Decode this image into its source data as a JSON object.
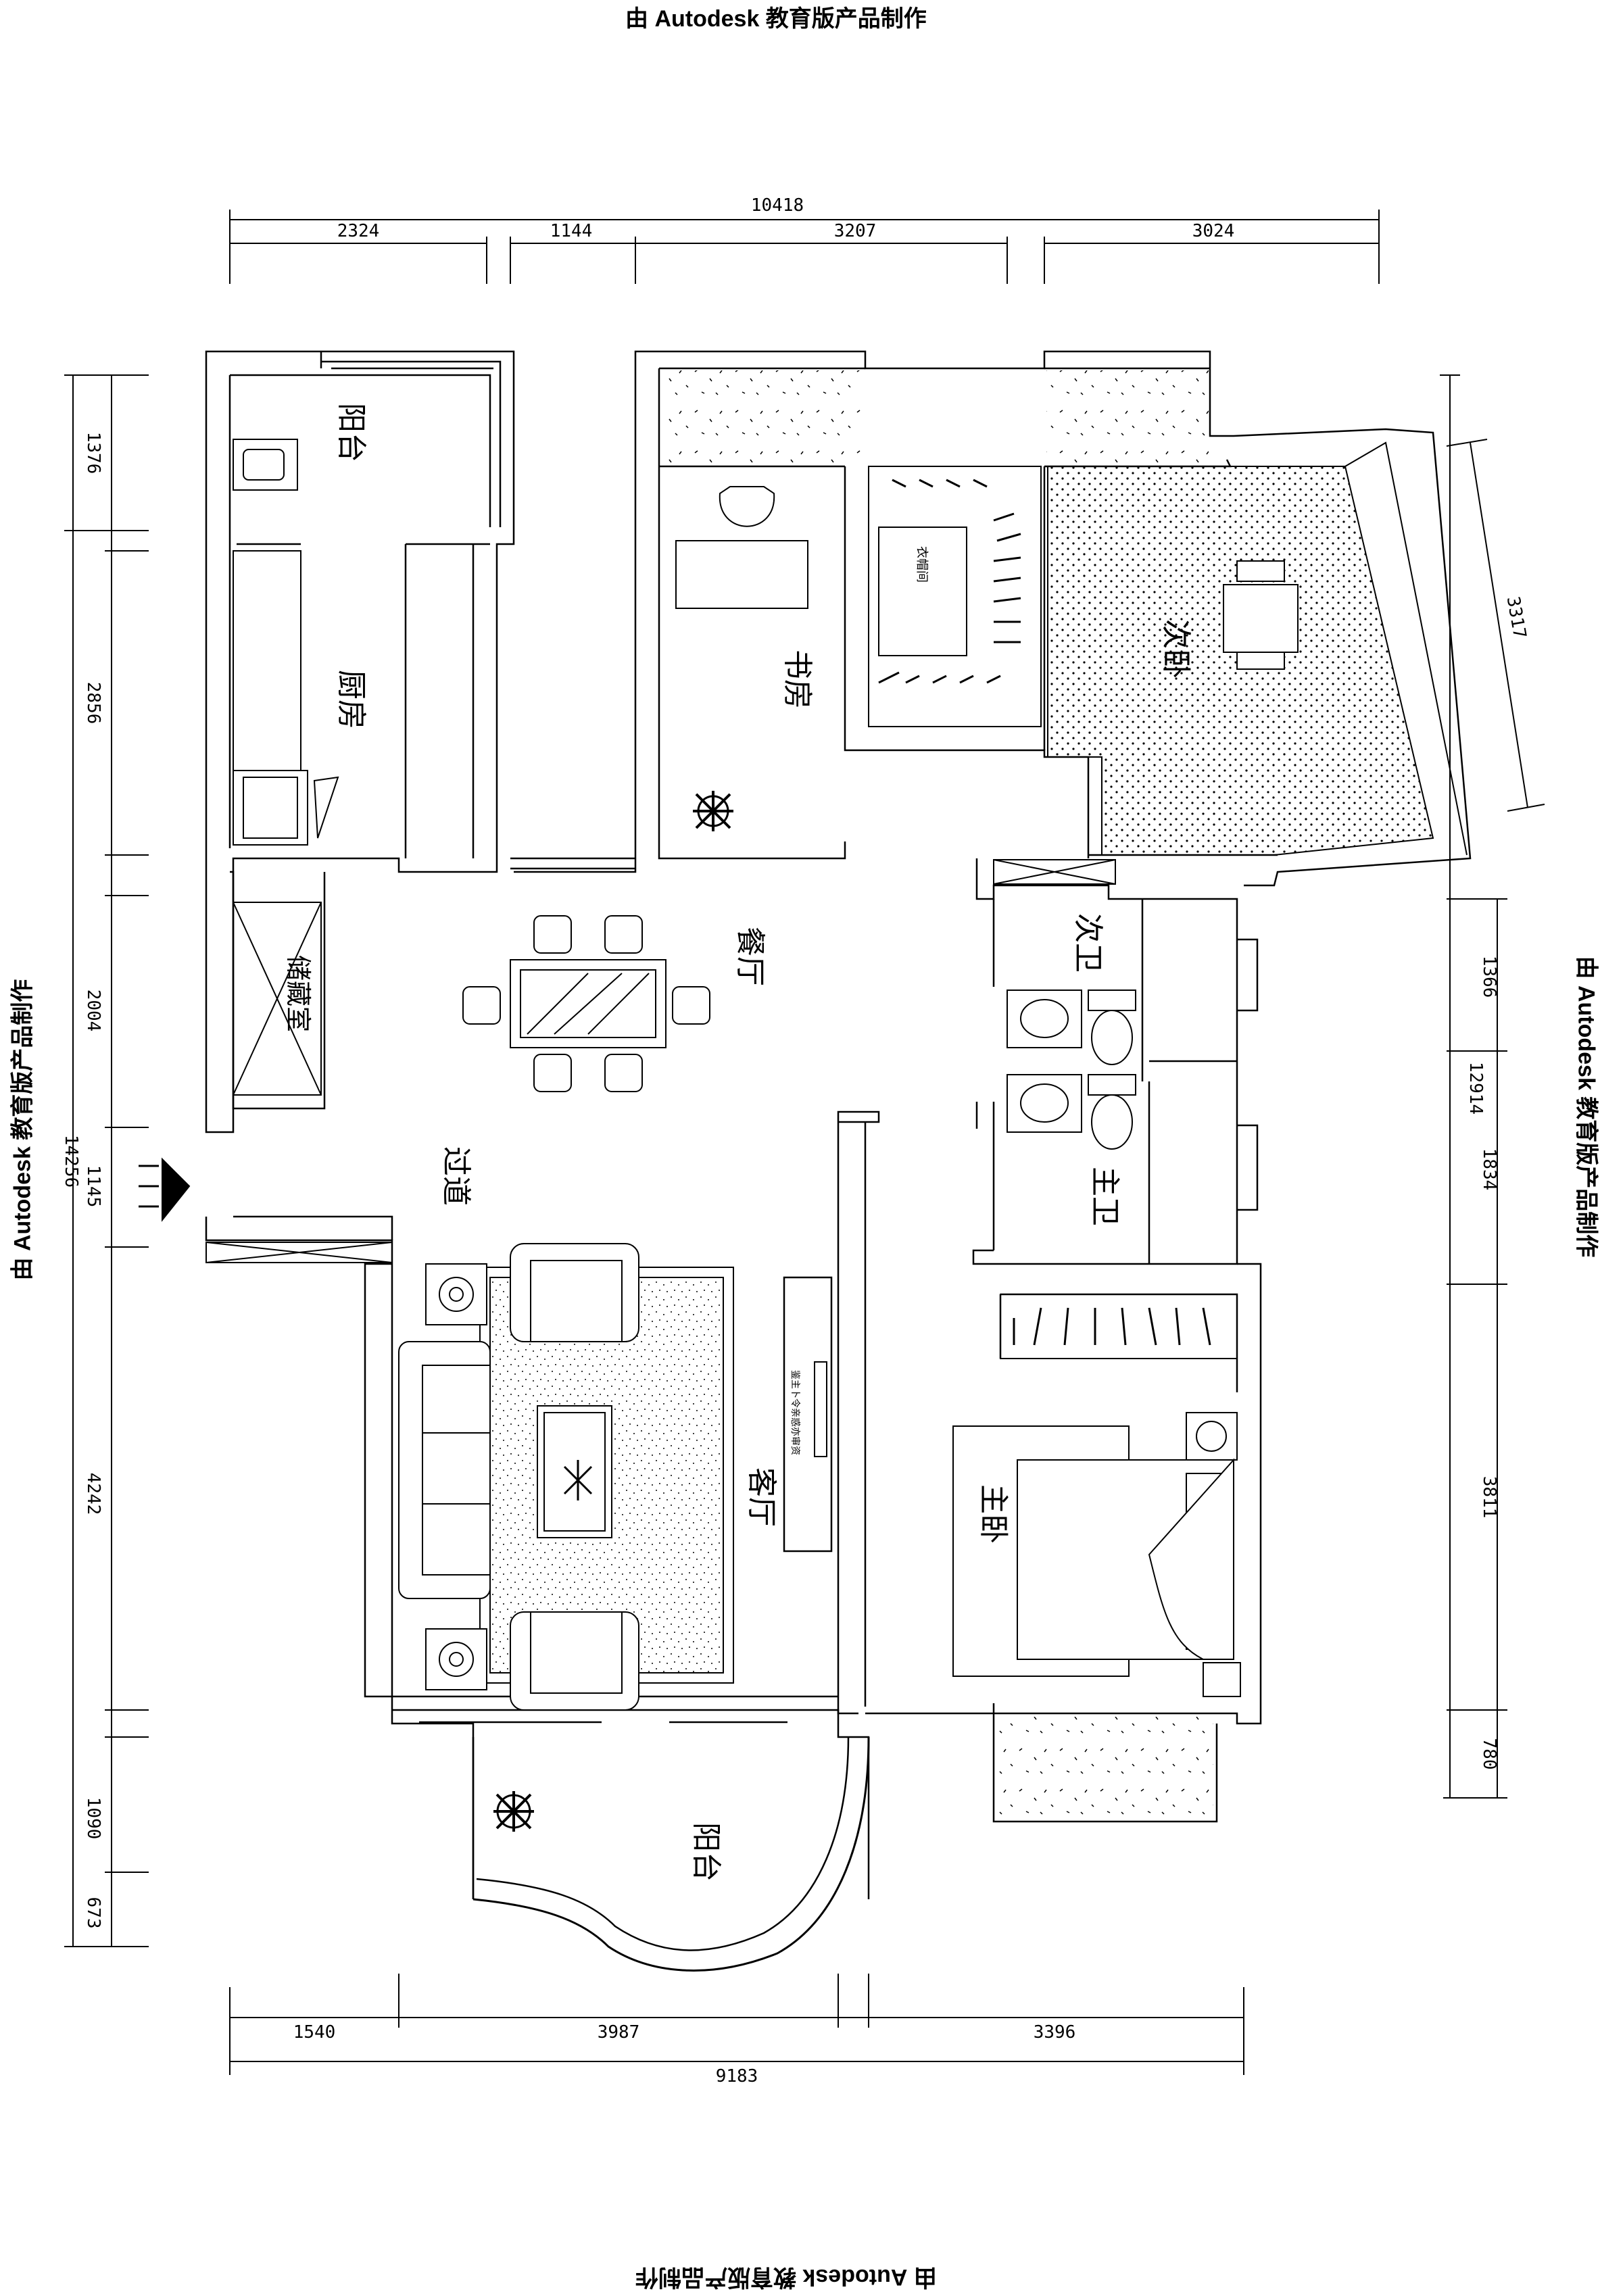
{
  "watermark": {
    "top": "由 Autodesk 教育版产品制作",
    "left": "由 Autodesk 教育版产品制作",
    "right": "由 Autodesk 教育版产品制作",
    "bottom": "由 Autodesk 教育版产品制作"
  },
  "dims_top": {
    "total": "10418",
    "d1": "2324",
    "d2": "1144",
    "d3": "3207",
    "d4": "3024"
  },
  "dims_bottom": {
    "total": "9183",
    "d1": "1540",
    "d2": "3987",
    "d3": "3396"
  },
  "dims_left": {
    "total": "14256",
    "d1": "1376",
    "d2": "2856",
    "d3": "2004",
    "d4": "1145",
    "d5": "4242",
    "d6": "1090",
    "d7": "673"
  },
  "dims_right": {
    "total": "12914",
    "d1": "1366",
    "d2": "1834",
    "d3": "3811",
    "d4": "780",
    "slant": "3317"
  },
  "rooms": {
    "balcony_top": "阳台",
    "kitchen": "厨房",
    "storage": "储藏室",
    "study": "书房",
    "closet": "衣帽间",
    "second_bedroom": "次卧",
    "dining": "餐厅",
    "corridor": "过道",
    "second_bath": "次卫",
    "master_bath": "主卫",
    "living": "客厅",
    "master_bedroom": "主卧",
    "balcony_bottom": "阳台"
  },
  "tv_cabinet_note": "鉴主卜令亲惑亦审资"
}
